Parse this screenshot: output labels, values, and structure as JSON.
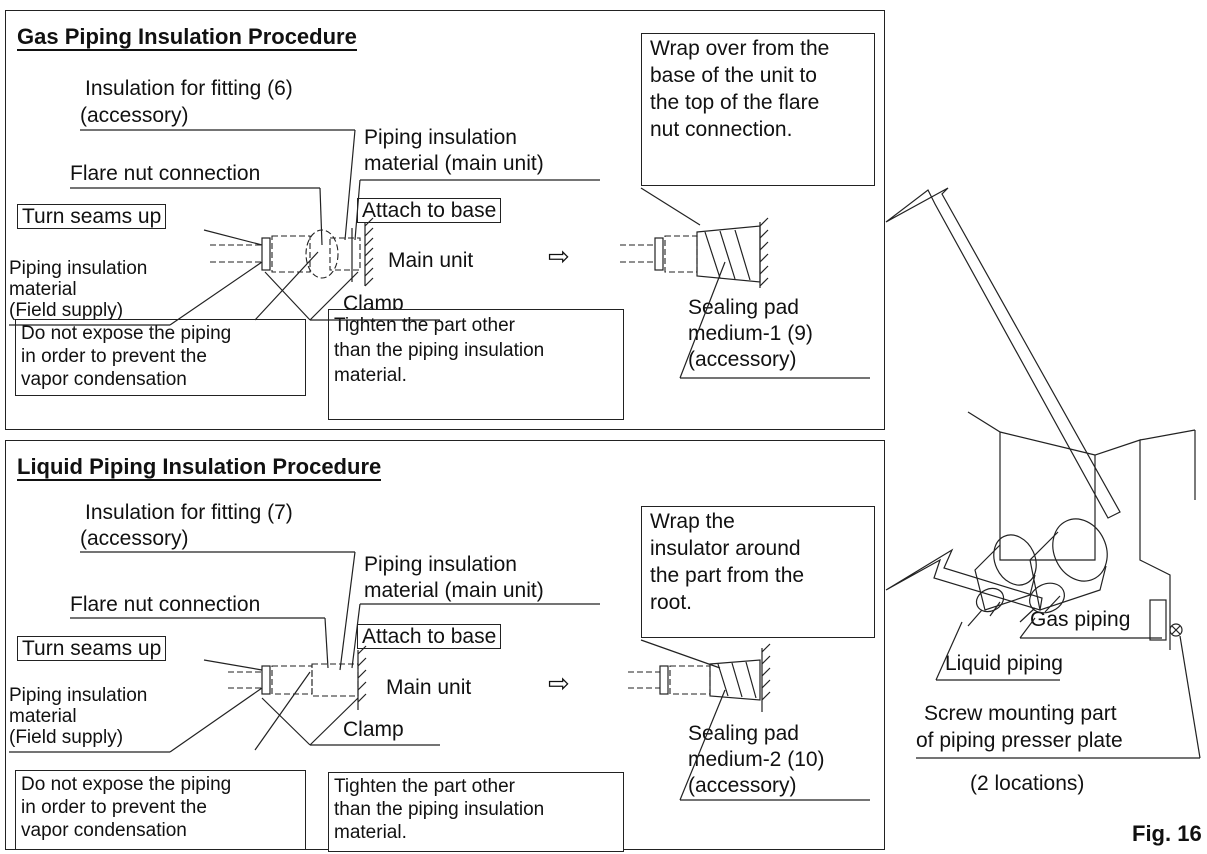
{
  "figure_label": "Fig. 16",
  "gas": {
    "title": "Gas Piping Insulation Procedure",
    "insulation_fitting_1": "Insulation for fitting (6)",
    "insulation_fitting_2": "(accessory)",
    "piping_insulation_main_1": "Piping insulation",
    "piping_insulation_main_2": "material (main unit)",
    "flare_nut": "Flare nut connection",
    "turn_seams": "Turn seams up",
    "attach_base": "Attach to base",
    "main_unit": "Main unit",
    "arrow": "⇨",
    "field_supply_1": "Piping insulation",
    "field_supply_2": "material",
    "field_supply_3": "(Field supply)",
    "clamp": "Clamp",
    "expose_1": "Do not expose the piping",
    "expose_2": "in order to prevent the",
    "expose_3": "vapor condensation",
    "tighten_1": "Tighten the part other",
    "tighten_2": "than the piping insulation",
    "tighten_3": "material.",
    "wrap_1": "Wrap over from the",
    "wrap_2": "base of the unit to",
    "wrap_3": "the top of the flare",
    "wrap_4": "nut connection.",
    "sealing_1": "Sealing pad",
    "sealing_2": "medium-1 (9)",
    "sealing_3": "(accessory)"
  },
  "liquid": {
    "title": "Liquid Piping Insulation Procedure",
    "insulation_fitting_1": "Insulation for fitting (7)",
    "insulation_fitting_2": "(accessory)",
    "piping_insulation_main_1": "Piping insulation",
    "piping_insulation_main_2": "material (main unit)",
    "flare_nut": "Flare nut connection",
    "turn_seams": "Turn seams up",
    "attach_base": "Attach to base",
    "main_unit": "Main unit",
    "arrow": "⇨",
    "field_supply_1": "Piping insulation",
    "field_supply_2": "material",
    "field_supply_3": "(Field supply)",
    "clamp": "Clamp",
    "expose_1": "Do not expose the piping",
    "expose_2": "in order to prevent the",
    "expose_3": "vapor condensation",
    "tighten_1": "Tighten the part other",
    "tighten_2": "than the piping insulation",
    "tighten_3": "material.",
    "wrap_1": "Wrap the",
    "wrap_2": "insulator around",
    "wrap_3": "the part from the",
    "wrap_4": "root.",
    "sealing_1": "Sealing pad",
    "sealing_2": "medium-2 (10)",
    "sealing_3": "(accessory)"
  },
  "unit": {
    "gas_piping": "Gas piping",
    "liquid_piping": "Liquid piping",
    "screw_1": "Screw mounting part",
    "screw_2": "of piping presser plate",
    "screw_3": "(2 locations)"
  }
}
